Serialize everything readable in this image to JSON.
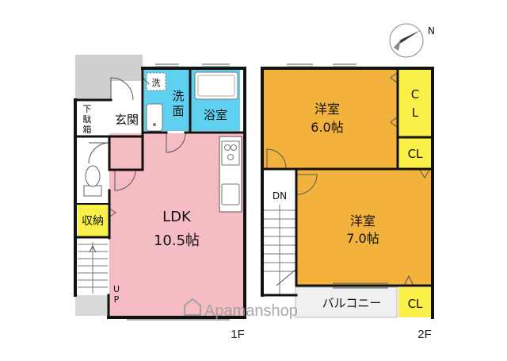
{
  "compass": {
    "north_label": "N"
  },
  "floor1": {
    "label": "1F",
    "rooms": {
      "ldk_name": "LDK",
      "ldk_size": "10.5帖",
      "entrance": "玄関",
      "shoe_box_1": "下",
      "shoe_box_2": "駄",
      "shoe_box_3": "箱",
      "washroom_1": "洗",
      "washroom_2": "面",
      "washer": "洗",
      "bath": "浴室",
      "storage": "収納",
      "stair_up": "U",
      "stair_up_2": "P"
    }
  },
  "floor2": {
    "label": "2F",
    "rooms": {
      "western1_name": "洋室",
      "western1_size": "6.0帖",
      "western2_name": "洋室",
      "western2_size": "7.0帖",
      "closet_top_1": "C",
      "closet_top_2": "L",
      "closet_mid": "CL",
      "closet_balcony": "CL",
      "stair_down": "DN",
      "balcony": "バルコニー"
    }
  },
  "watermark": "Apamanshop",
  "colors": {
    "ldk": "#f6bcc3",
    "western": "#f3b23c",
    "wet_area": "#5fd0ef",
    "closet": "#fbf04a",
    "exterior": "#cfcfcf",
    "balcony": "#f0f0f0",
    "wall": "#111111"
  }
}
